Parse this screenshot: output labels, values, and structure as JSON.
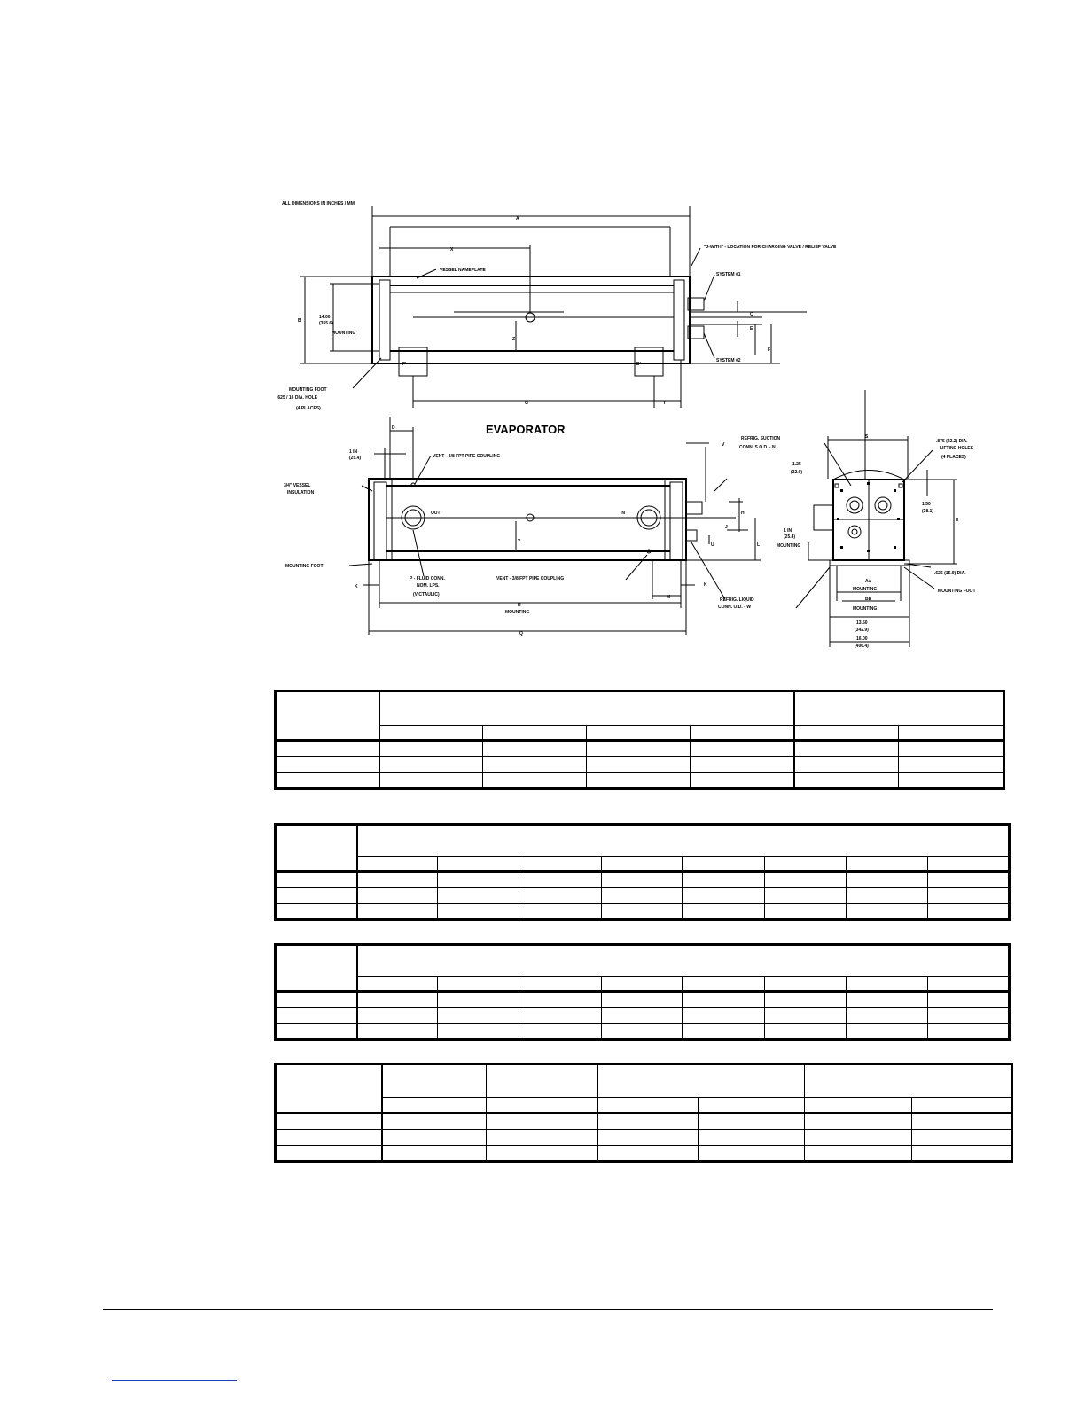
{
  "drawing": {
    "title": "EVAPORATOR",
    "note": "ALL DIMENSIONS IN INCHES / MM",
    "top_view": {
      "dim_a": "A",
      "dim_x": "X",
      "dim_z": "Z",
      "dim_g": "G",
      "dim_t": "T",
      "dim_b": "B",
      "dim_e": "E",
      "dim_c": "C",
      "dim_f": "F",
      "foot_left": "F'",
      "foot_right": "D'",
      "vessel_nameplate": "VESSEL NAMEPLATE",
      "relief_note": "\"J-WITH\" - LOCATION FOR CHARGING VALVE / RELIEF VALVE",
      "system_1": "SYSTEM #1",
      "system_2": "SYSTEM #2",
      "mounting_1": "14.00",
      "mounting_2": "(355.6)",
      "mounting_3": "MOUNTING",
      "mounting_foot_1": "MOUNTING FOOT",
      "mounting_foot_2": ".625 / 16 DIA. HOLE",
      "mounting_foot_3": "(4 PLACES)"
    },
    "side_view": {
      "dim_d": "D",
      "dim_v": "V",
      "dim_y": "Y",
      "dim_h": "H",
      "dim_j": "J",
      "dim_u": "U",
      "dim_l": "L",
      "dim_k_left": "K",
      "dim_k_right": "K",
      "dim_m": "M",
      "dim_r": "R",
      "dim_q": "Q",
      "one_in_1": "1 IN",
      "one_in_2": "(25.4)",
      "insulation_1": "3/4\" VESSEL",
      "insulation_2": "INSULATION",
      "vent_top": "VENT - 3/8 FPT PIPE COUPLING",
      "vent_bottom": "VENT - 3/8 FPT PIPE COUPLING",
      "out_label": "OUT",
      "in_label": "IN",
      "mounting_foot": "MOUNTING FOOT",
      "fluid_conn_1": "P - FLUID CONN.",
      "fluid_conn_2": "NOM. LPS.",
      "fluid_conn_3": "(VICTAULIC)",
      "suction_1": "REFRIG. SUCTION",
      "suction_2": "CONN. S.O.D. - N",
      "liquid_1": "REFRIG. LIQUID",
      "liquid_2": "CONN. O.D. - W",
      "mounting_r": "MOUNTING"
    },
    "end_view": {
      "dim_s": "S",
      "dim_e": "E",
      "lifting_1": ".875 (22.2) DIA.",
      "lifting_2": "LIFTING HOLES",
      "lifting_3": "(4 PLACES)",
      "dim_top_1": "1.25",
      "dim_top_2": "(32.0)",
      "dim_side_1": "1.50",
      "dim_side_2": "(38.1)",
      "one_in_1": "1 IN",
      "one_in_2": "(25.4)",
      "one_in_3": "MOUNTING",
      "dia_hole": ".625 (15.9) DIA.",
      "mounting_foot": "MOUNTING FOOT",
      "base_a_1": "AA",
      "base_a_2": "MOUNTING",
      "base_b_1": "BB",
      "base_b_2": "MOUNTING",
      "base_w_1": "13.50",
      "base_w_2": "(342.9)",
      "base_o_1": "16.00",
      "base_o_2": "(406.4)"
    }
  }
}
